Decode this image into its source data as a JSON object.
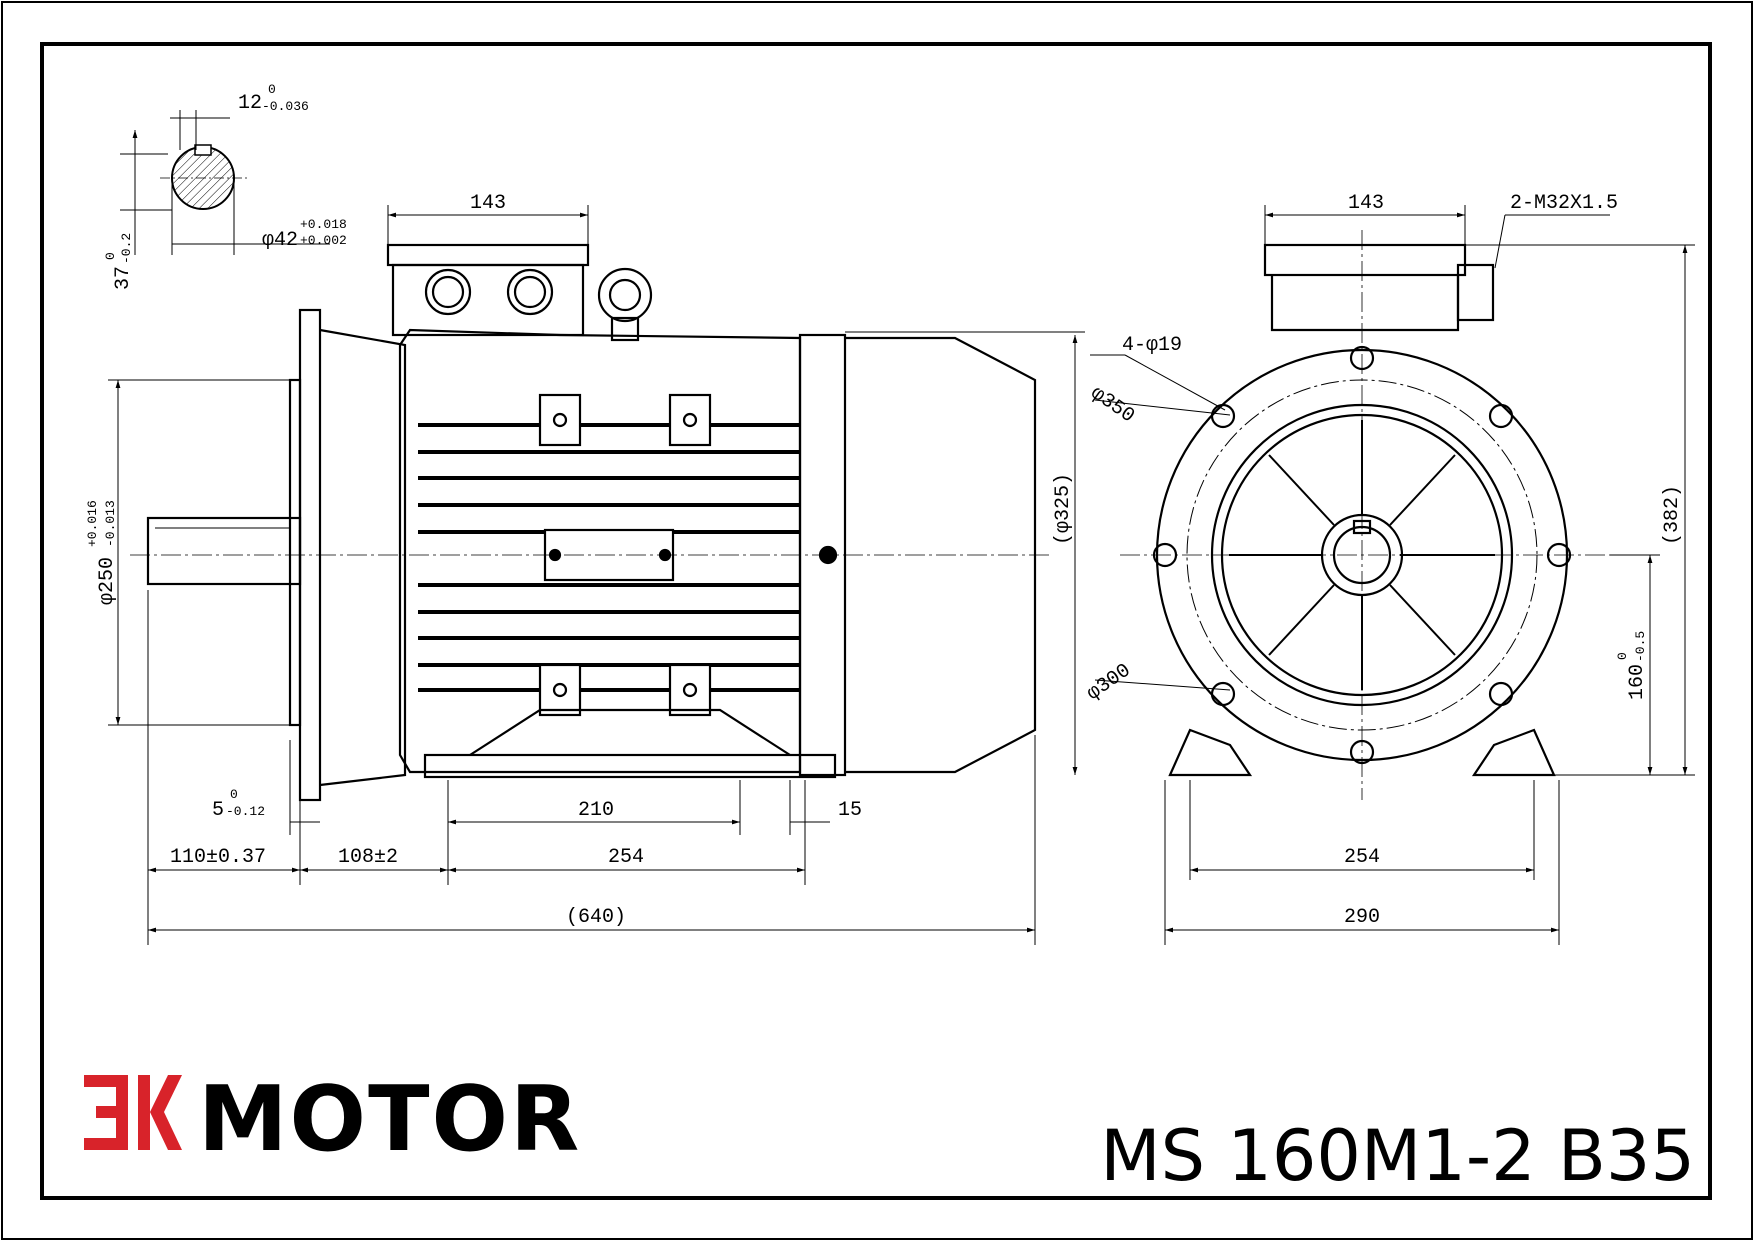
{
  "drawing": {
    "dimensions_side": {
      "key_width": "12",
      "key_width_tol_upper": "0",
      "key_width_tol_lower": "-0.036",
      "key_depth": "37",
      "key_depth_tol_upper": "0",
      "key_depth_tol_lower": "-0.2",
      "shaft_dia": "φ42",
      "shaft_dia_tol_upper": "+0.018",
      "shaft_dia_tol_lower": "+0.002",
      "terminal_box_width": "143",
      "flange_spigot": "φ250",
      "flange_spigot_tol_upper": "+0.016",
      "flange_spigot_tol_lower": "-0.013",
      "spigot_depth": "5",
      "spigot_depth_tol_upper": "0",
      "spigot_depth_tol_lower": "-0.12",
      "shaft_length": "110±0.37",
      "shaft_to_foot": "108±2",
      "foot_hole_centers_side": "254",
      "foot_length_inner": "210",
      "foot_hole_dia": "15",
      "overall_length": "(640)",
      "housing_dia": "(φ325)"
    },
    "dimensions_end": {
      "terminal_box_width": "143",
      "cable_gland": "2-M32X1.5",
      "flange_holes": "4-φ19",
      "flange_pcd": "φ350",
      "flange_spigot_dia": "φ300",
      "overall_height": "(382)",
      "shaft_height": "160",
      "shaft_height_tol_upper": "0",
      "shaft_height_tol_lower": "-0.5",
      "foot_hole_centers": "254",
      "foot_width": "290"
    }
  },
  "brand": {
    "name": "MOTOR",
    "logo_letters": "EK",
    "logo_color": "#d8232a"
  },
  "model": {
    "designation": "MS 160M1-2 B35"
  }
}
